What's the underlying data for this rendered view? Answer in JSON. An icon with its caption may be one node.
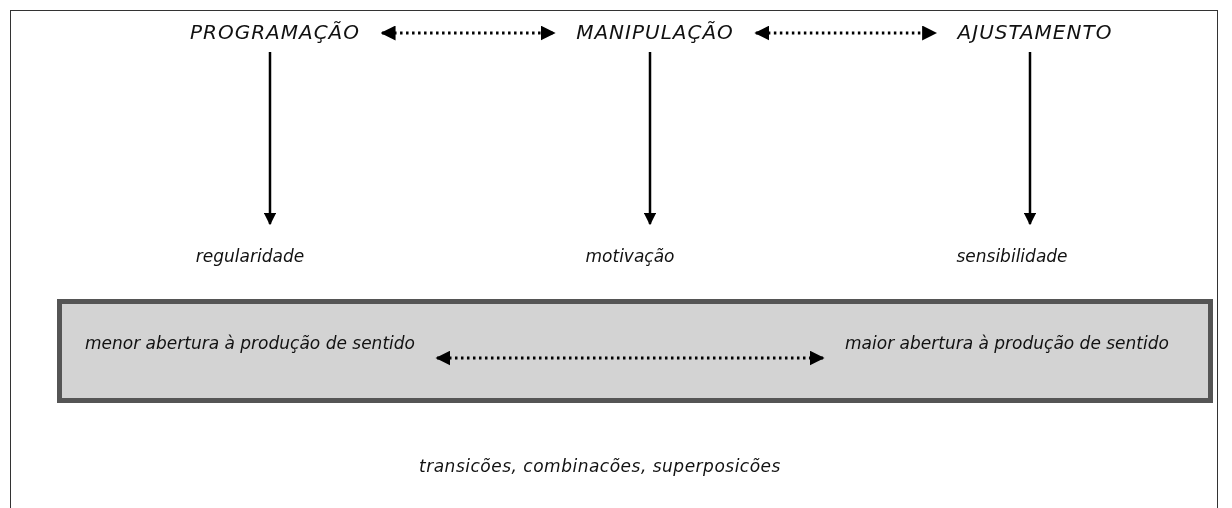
{
  "diagram": {
    "nodes": [
      {
        "text": [
          "PROGRAMAÇÃO"
        ]
      },
      {
        "text": [
          "MANIPULAÇÃO"
        ]
      },
      {
        "text": [
          "AJUSTAMENTO"
        ]
      },
      {
        "text": [
          "regularidade"
        ]
      },
      {
        "text": [
          "motivação"
        ]
      },
      {
        "text": [
          "sensibilidade"
        ]
      },
      {
        "text": [],
        "shape": "box"
      },
      {
        "text": [
          "menor abertura à produção de sentido"
        ],
        "in": 6
      },
      {
        "text": [
          "maior abertura à produção de sentido"
        ],
        "in": 6
      }
    ],
    "edges": [
      {
        "from": 0,
        "to": 1,
        "arrow": "both",
        "style": "dashed"
      },
      {
        "from": 1,
        "to": 2,
        "arrow": "both",
        "style": "dashed"
      },
      {
        "from": 0,
        "to": 3,
        "arrow": "to"
      },
      {
        "from": 1,
        "to": 4,
        "arrow": "to"
      },
      {
        "from": 2,
        "to": 5,
        "arrow": "to"
      },
      {
        "from": 7,
        "to": 8,
        "arrow": "both",
        "style": "dashed"
      }
    ],
    "labels": [
      "transicões, combinacões, superposicões"
    ]
  }
}
